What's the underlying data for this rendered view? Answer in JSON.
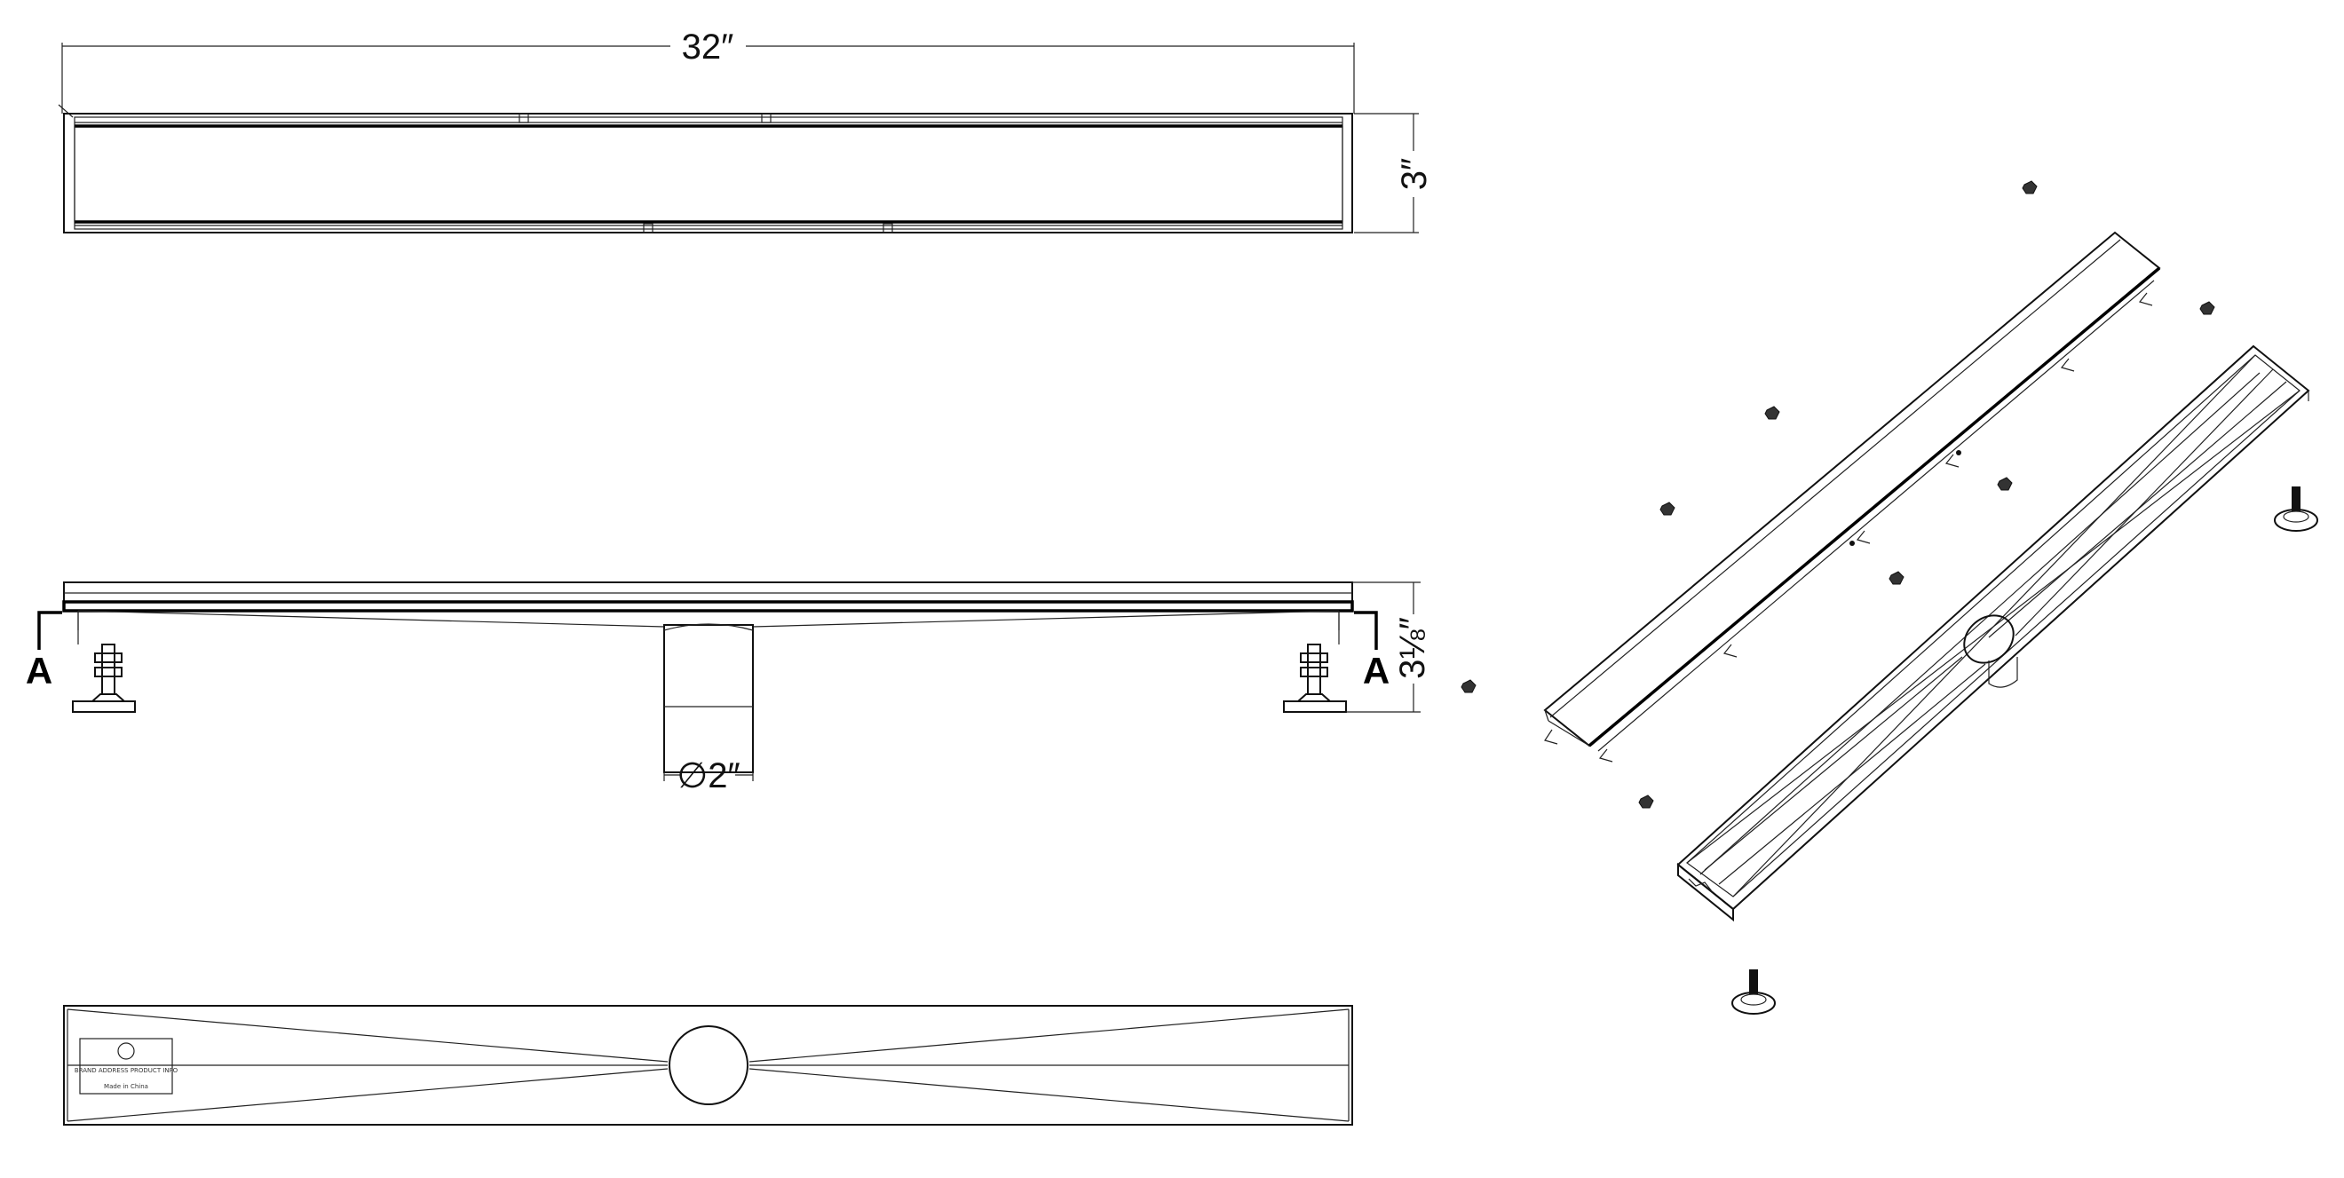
{
  "dimensions": {
    "length": "32″",
    "width": "3″",
    "height": "3⅛″",
    "outlet_diameter": "∅2″"
  },
  "section_marks": {
    "left": "A",
    "right": "A"
  },
  "stamp": {
    "line1": "BRAND ADDRESS PRODUCT INFO",
    "line2": "Made in China"
  }
}
